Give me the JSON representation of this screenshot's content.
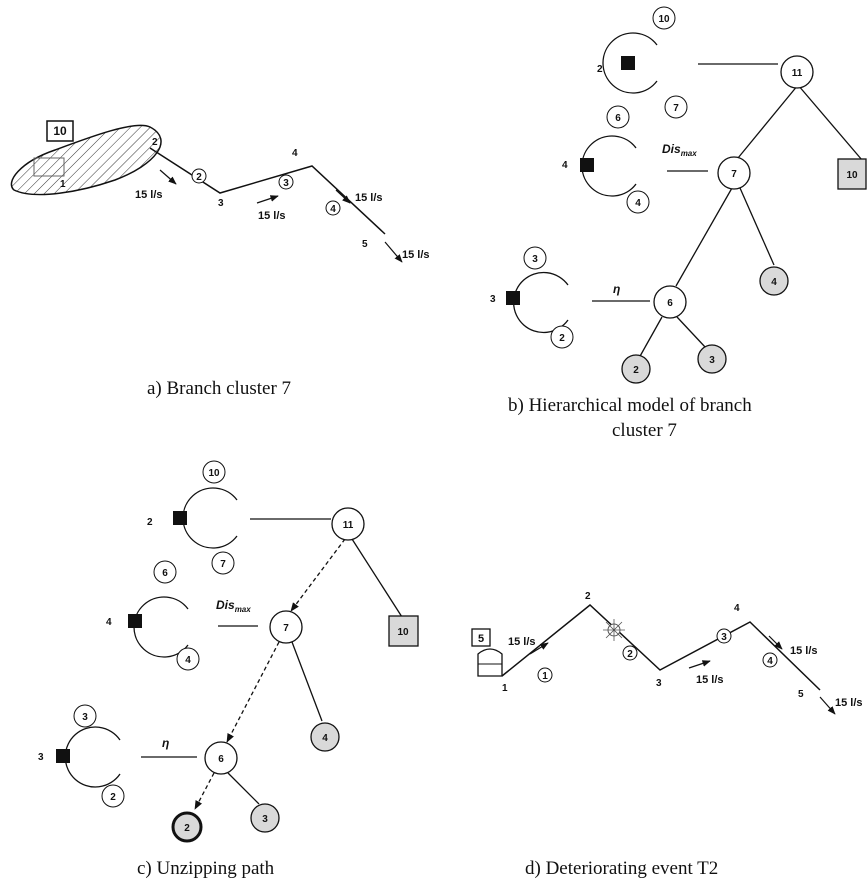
{
  "captions": {
    "a": "a) Branch cluster 7",
    "b_line1": "b) Hierarchical model of branch",
    "b_line2": "cluster 7",
    "c": "c) Unzipping path",
    "d": "d) Deteriorating event T2"
  },
  "panel_a": {
    "tank_label": "10",
    "node_labels": [
      "1",
      "2",
      "3",
      "4",
      "5"
    ],
    "pipe_labels": [
      "2",
      "3",
      "4"
    ],
    "flows": [
      "15 l/s",
      "15 l/s",
      "15 l/s",
      "15 l/s"
    ]
  },
  "tree": {
    "root": "11",
    "mid": "7",
    "low": "6",
    "square_leaf": "10",
    "leaf_4": "4",
    "leaf_2": "2",
    "leaf_3": "3",
    "cluster_top": {
      "side": "2",
      "top": "10",
      "bottom": "7"
    },
    "cluster_mid": {
      "side": "4",
      "top": "6",
      "bottom": "4",
      "edge": "Dis",
      "edge_sub": "max"
    },
    "cluster_low": {
      "side": "3",
      "top": "3",
      "bottom": "2",
      "edge": "η"
    }
  },
  "panel_d": {
    "tank_label": "5",
    "node_labels": [
      "1",
      "2",
      "3",
      "4",
      "5"
    ],
    "pipe_labels": [
      "1",
      "2",
      "3",
      "4"
    ],
    "flows": [
      "15 l/s",
      "15 l/s",
      "15 l/s",
      "15 l/s"
    ]
  },
  "colors": {
    "leaf_fill": "#d9d9d9",
    "ink": "#111111"
  }
}
